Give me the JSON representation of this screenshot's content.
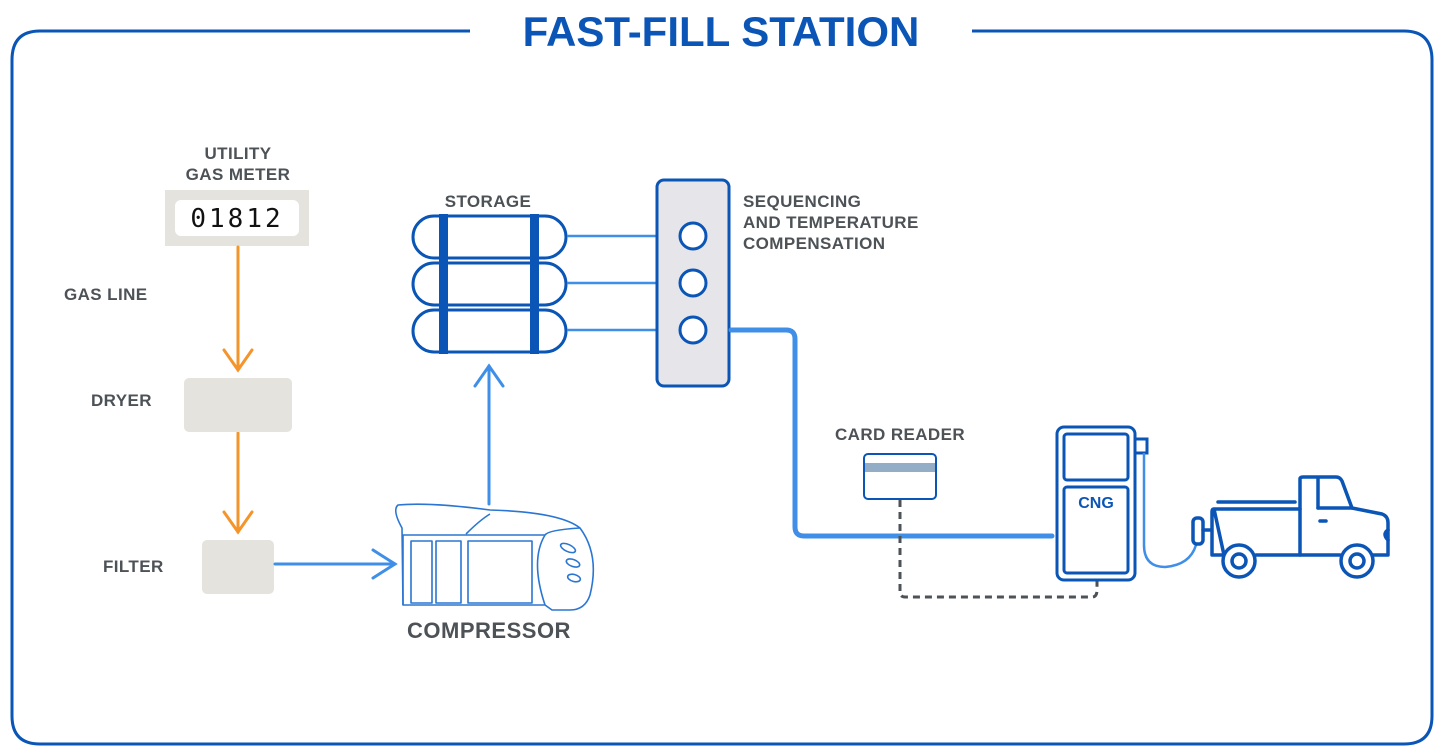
{
  "title": "FAST-FILL STATION",
  "colors": {
    "frame": "#0a55b5",
    "gas_line": "#f4952b",
    "flow": "#3f8fe8",
    "equipment": "#0a55b5",
    "neutral_box": "#e4e3dd",
    "label_text": "#4d5257",
    "dashed_signal": "#4d5257"
  },
  "nodes": {
    "utility_meter": {
      "label_line1": "UTILITY",
      "label_line2": "GAS METER",
      "reading": "01812"
    },
    "gas_line": {
      "label": "GAS LINE"
    },
    "dryer": {
      "label": "DRYER"
    },
    "filter": {
      "label": "FILTER"
    },
    "compressor": {
      "label": "COMPRESSOR"
    },
    "storage": {
      "label": "STORAGE",
      "tank_count": 3
    },
    "sequencing": {
      "label_line1": "SEQUENCING",
      "label_line2": "AND TEMPERATURE",
      "label_line3": "COMPENSATION",
      "valve_count": 3
    },
    "card_reader": {
      "label": "CARD READER"
    },
    "dispenser": {
      "label": "CNG"
    },
    "vehicle": {
      "type": "pickup truck"
    }
  },
  "connections": [
    {
      "from": "utility_meter",
      "to": "dryer",
      "style": "gas-line-arrow"
    },
    {
      "from": "dryer",
      "to": "filter",
      "style": "gas-line-arrow"
    },
    {
      "from": "filter",
      "to": "compressor",
      "style": "flow-arrow"
    },
    {
      "from": "compressor",
      "to": "storage",
      "style": "flow-arrow"
    },
    {
      "from": "storage",
      "to": "sequencing",
      "style": "flow-line"
    },
    {
      "from": "sequencing",
      "to": "dispenser",
      "style": "thick-flow-line"
    },
    {
      "from": "card_reader",
      "to": "dispenser",
      "style": "dashed-signal"
    },
    {
      "from": "dispenser",
      "to": "vehicle",
      "style": "hose"
    }
  ]
}
